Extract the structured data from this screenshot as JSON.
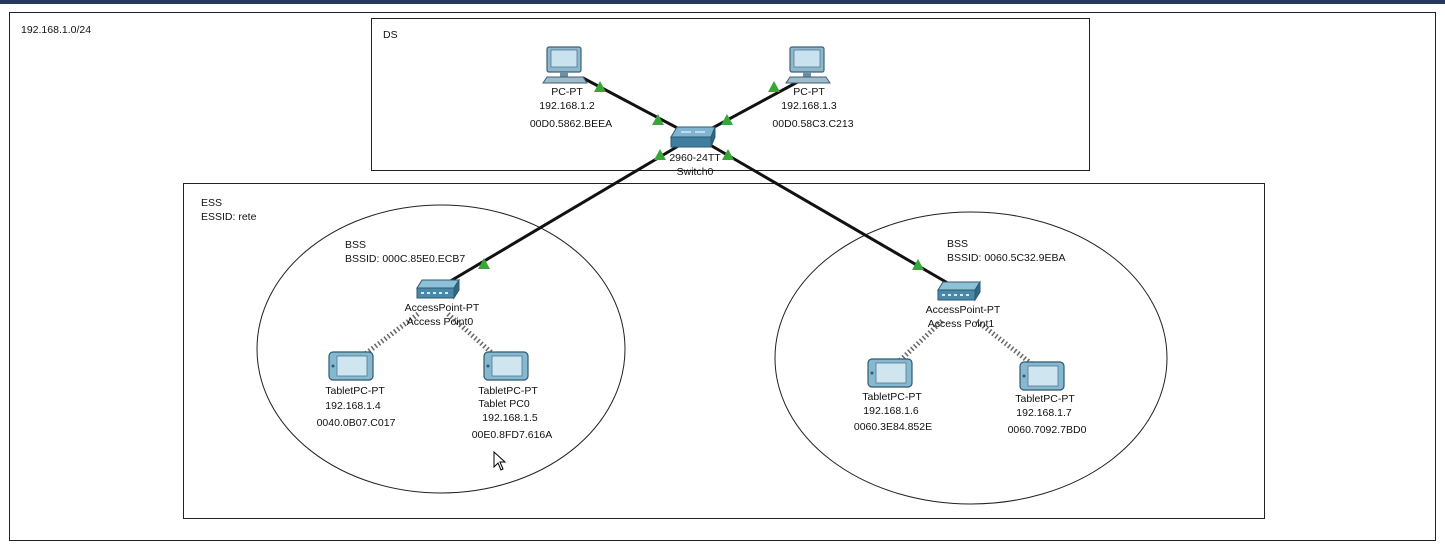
{
  "topology": {
    "network_label": "192.168.1.0/24",
    "ds_label": "DS",
    "ess_label": "ESS",
    "essid_label": "ESSID: rete",
    "link_color": "#111111",
    "port_status_color": "#3aa63a",
    "wireless_link_color": "#666666"
  },
  "switch": {
    "model": "2960-24TT",
    "name": "Switch0",
    "icon": "switch-icon"
  },
  "pcs": [
    {
      "model": "PC-PT",
      "ip": "192.168.1.2",
      "mac": "00D0.5862.BEEA",
      "icon": "desktop-pc-icon"
    },
    {
      "model": "PC-PT",
      "ip": "192.168.1.3",
      "mac": "00D0.58C3.C213",
      "icon": "desktop-pc-icon"
    }
  ],
  "bss": [
    {
      "label": "BSS",
      "bssid": "BSSID: 000C.85E0.ECB7",
      "ap_model": "AccessPoint-PT",
      "ap_name": "Access Point0",
      "tablets": [
        {
          "model": "TabletPC-PT",
          "ip": "192.168.1.4",
          "mac": "0040.0B07.C017"
        },
        {
          "model": "TabletPC-PT",
          "name": "Tablet PC0",
          "ip": "192.168.1.5",
          "mac": "00E0.8FD7.616A"
        }
      ]
    },
    {
      "label": "BSS",
      "bssid": "BSSID: 0060.5C32.9EBA",
      "ap_model": "AccessPoint-PT",
      "ap_name": "Access Point1",
      "tablets": [
        {
          "model": "TabletPC-PT",
          "ip": "192.168.1.6",
          "mac": "0060.3E84.852E"
        },
        {
          "model": "TabletPC-PT",
          "ip": "192.168.1.7",
          "mac": "0060.7092.7BD0"
        }
      ]
    }
  ]
}
